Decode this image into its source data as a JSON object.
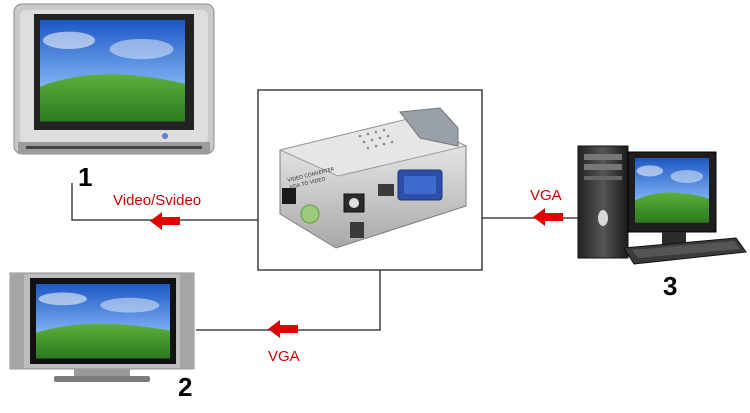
{
  "labels": {
    "crt_number": "1",
    "lcd_number": "2",
    "pc_number": "3",
    "crt_link": "Video/Svideo",
    "pc_link": "VGA",
    "lcd_link": "VGA"
  },
  "device_text": {
    "converter_line1": "VIDEO CONVERTER",
    "converter_line2": "VGA TO VIDEO"
  },
  "colors": {
    "line": "#222222",
    "arrow": "#e00000",
    "label": "#cc0000",
    "screen_sky": "#2f6fd6",
    "screen_grass": "#3f9a2e"
  },
  "icons": {
    "arrow": "arrow-left-icon",
    "crt_tv": "crt-tv-icon",
    "lcd_monitor": "lcd-monitor-icon",
    "pc": "desktop-pc-icon",
    "converter": "vga-converter-icon"
  }
}
